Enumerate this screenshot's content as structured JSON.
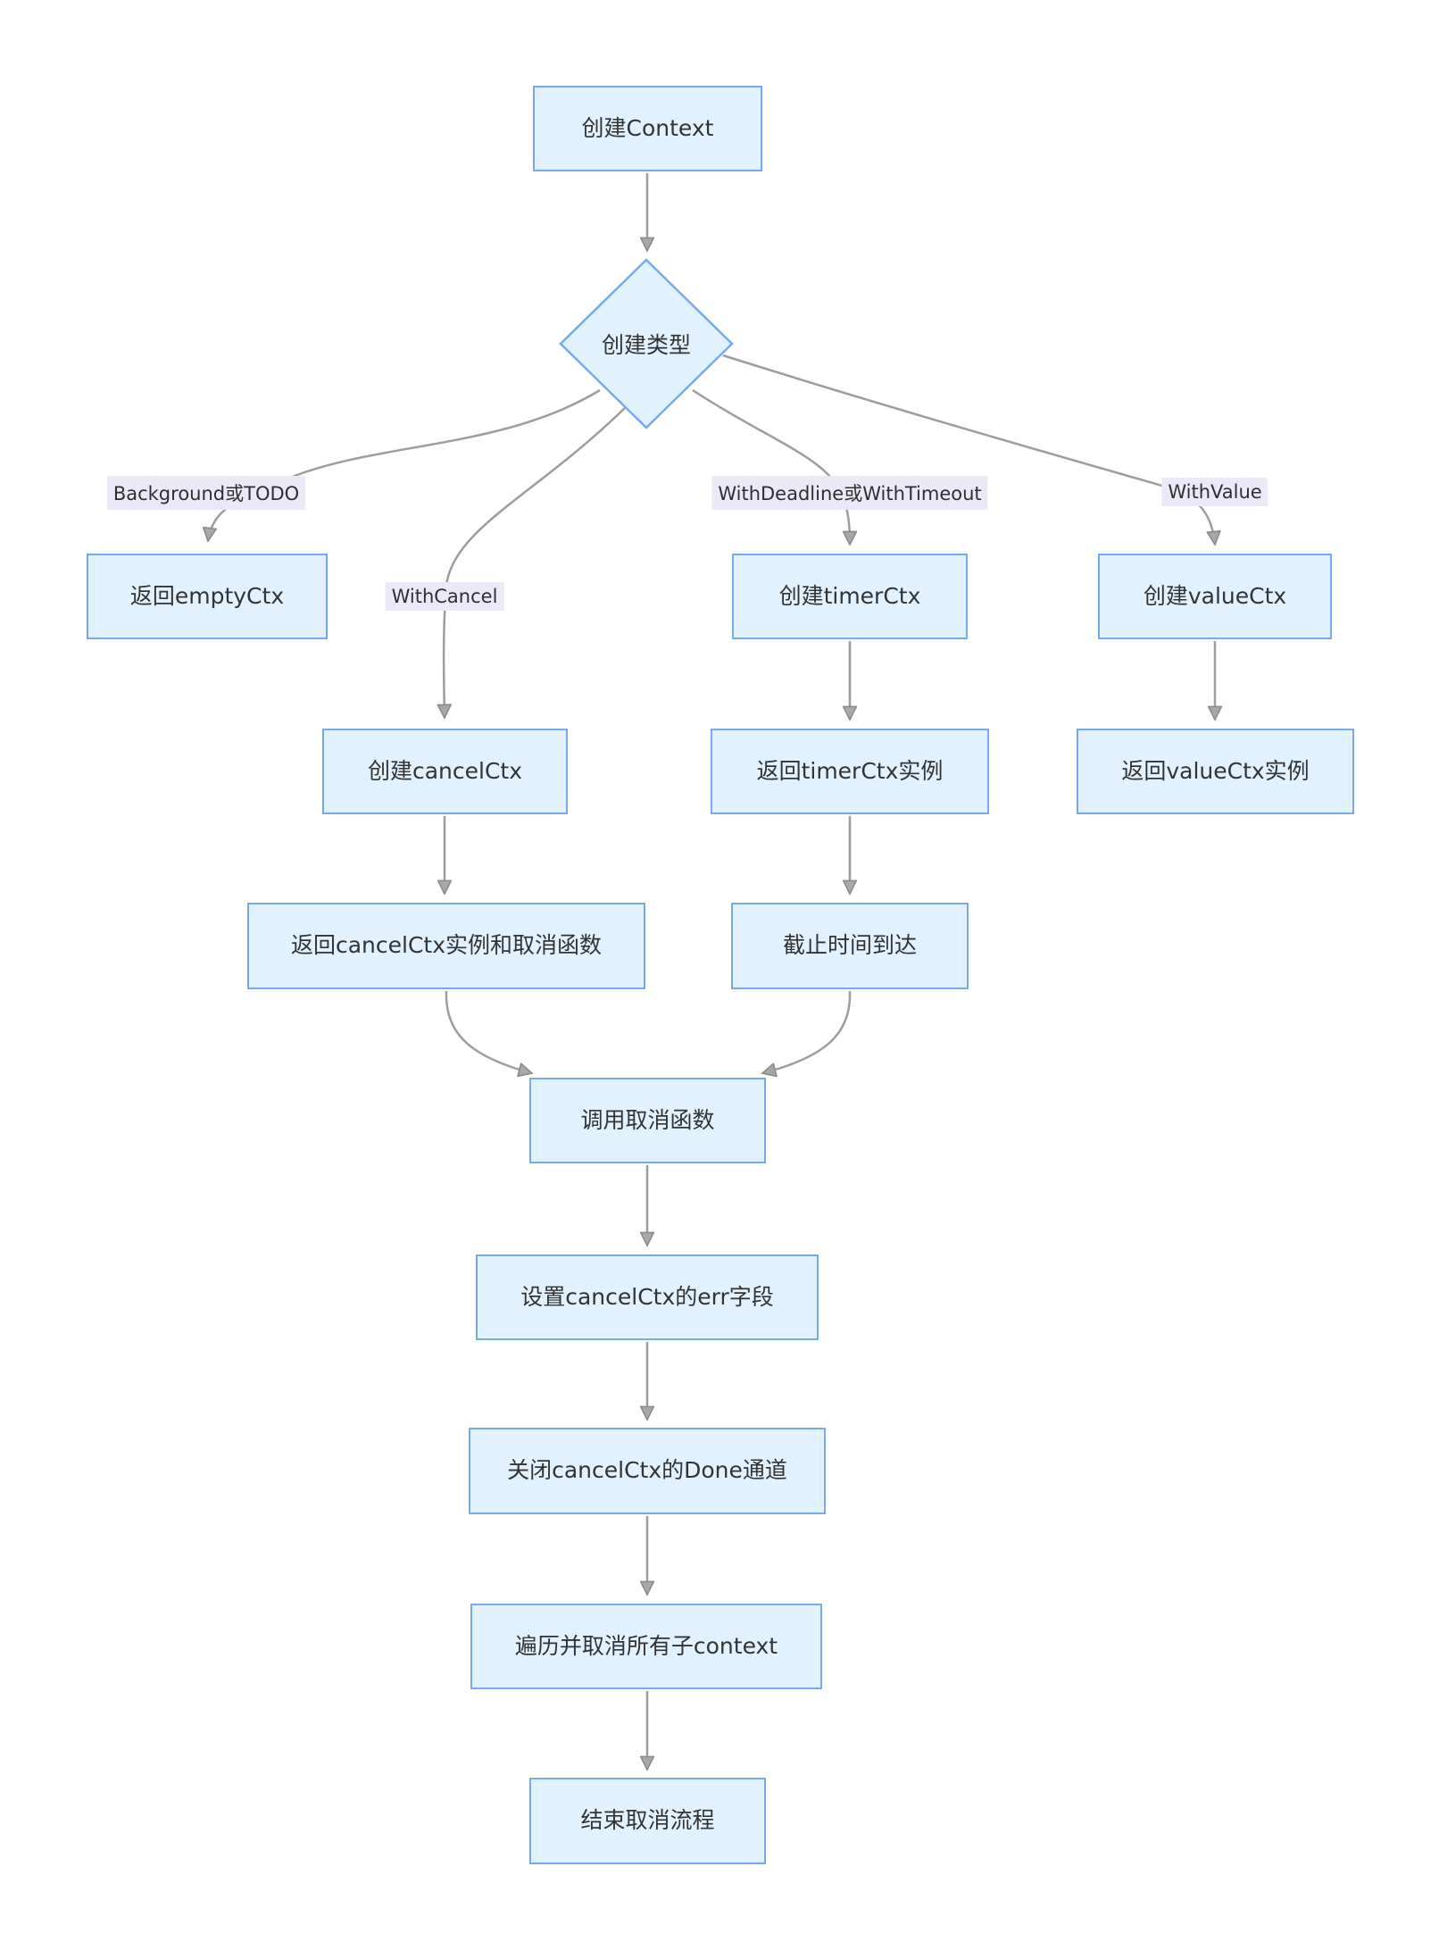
{
  "diagram": {
    "type": "flowchart",
    "direction": "top-down",
    "nodes": [
      {
        "id": "A",
        "shape": "rect",
        "label": "创建Context"
      },
      {
        "id": "B",
        "shape": "diamond",
        "label": "创建类型"
      },
      {
        "id": "C",
        "shape": "rect",
        "label": "返回emptyCtx"
      },
      {
        "id": "D",
        "shape": "rect",
        "label": "创建cancelCtx"
      },
      {
        "id": "E",
        "shape": "rect",
        "label": "创建timerCtx"
      },
      {
        "id": "F",
        "shape": "rect",
        "label": "创建valueCtx"
      },
      {
        "id": "G",
        "shape": "rect",
        "label": "返回cancelCtx实例和取消函数"
      },
      {
        "id": "H",
        "shape": "rect",
        "label": "返回timerCtx实例"
      },
      {
        "id": "I",
        "shape": "rect",
        "label": "返回valueCtx实例"
      },
      {
        "id": "J",
        "shape": "rect",
        "label": "截止时间到达"
      },
      {
        "id": "K",
        "shape": "rect",
        "label": "调用取消函数"
      },
      {
        "id": "L",
        "shape": "rect",
        "label": "设置cancelCtx的err字段"
      },
      {
        "id": "M",
        "shape": "rect",
        "label": "关闭cancelCtx的Done通道"
      },
      {
        "id": "N",
        "shape": "rect",
        "label": "遍历并取消所有子context"
      },
      {
        "id": "O",
        "shape": "rect",
        "label": "结束取消流程"
      }
    ],
    "edge_labels": [
      {
        "text": "Background或TODO"
      },
      {
        "text": "WithCancel"
      },
      {
        "text": "WithDeadline或WithTimeout"
      },
      {
        "text": "WithValue"
      }
    ],
    "edges": [
      {
        "from": "创建Context",
        "to": "创建类型",
        "label": ""
      },
      {
        "from": "创建类型",
        "to": "返回emptyCtx",
        "label": "Background或TODO"
      },
      {
        "from": "创建类型",
        "to": "创建cancelCtx",
        "label": "WithCancel"
      },
      {
        "from": "创建类型",
        "to": "创建timerCtx",
        "label": "WithDeadline或WithTimeout"
      },
      {
        "from": "创建类型",
        "to": "创建valueCtx",
        "label": "WithValue"
      },
      {
        "from": "创建cancelCtx",
        "to": "返回cancelCtx实例和取消函数",
        "label": ""
      },
      {
        "from": "创建timerCtx",
        "to": "返回timerCtx实例",
        "label": ""
      },
      {
        "from": "创建valueCtx",
        "to": "返回valueCtx实例",
        "label": ""
      },
      {
        "from": "返回timerCtx实例",
        "to": "截止时间到达",
        "label": ""
      },
      {
        "from": "返回cancelCtx实例和取消函数",
        "to": "调用取消函数",
        "label": ""
      },
      {
        "from": "截止时间到达",
        "to": "调用取消函数",
        "label": ""
      },
      {
        "from": "调用取消函数",
        "to": "设置cancelCtx的err字段",
        "label": ""
      },
      {
        "from": "设置cancelCtx的err字段",
        "to": "关闭cancelCtx的Done通道",
        "label": ""
      },
      {
        "from": "关闭cancelCtx的Done通道",
        "to": "遍历并取消所有子context",
        "label": ""
      },
      {
        "from": "遍历并取消所有子context",
        "to": "结束取消流程",
        "label": ""
      }
    ],
    "colors": {
      "node_fill": "#e1f2fe",
      "node_border": "#76a9f0",
      "edge_line": "#9d9d9d",
      "edge_label_bg": "#ece8f8",
      "text": "#333333",
      "background": "#ffffff"
    }
  }
}
